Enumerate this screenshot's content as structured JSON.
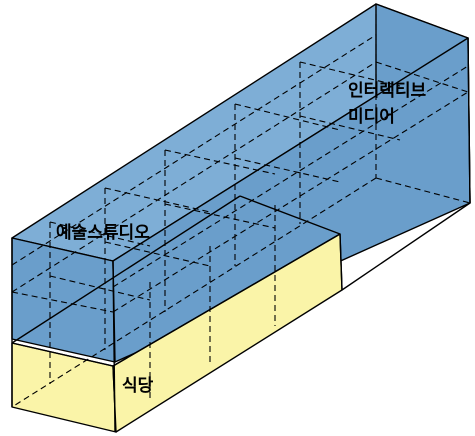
{
  "labels": {
    "media_line1": "인터랙티브",
    "media_line2": "미디어",
    "studio": "예술스튜디오",
    "cafeteria": "식당"
  },
  "colors": {
    "building": "#6a9ecb",
    "building_top": "#7eaed6",
    "cafeteria": "#faf4a8",
    "outline": "#000000"
  }
}
